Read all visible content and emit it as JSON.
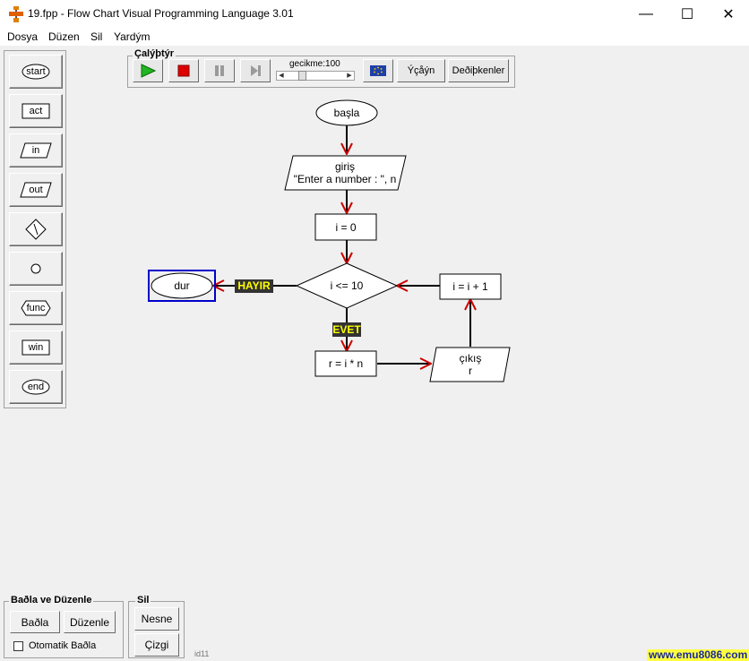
{
  "window": {
    "title": "19.fpp - Flow Chart Visual Programming Language 3.01",
    "minimize": "—",
    "maximize": "☐",
    "close": "✕"
  },
  "menu": [
    "Dosya",
    "Düzen",
    "Sil",
    "Yardým"
  ],
  "palette": [
    "start",
    "act",
    "in",
    "out",
    "",
    "",
    "func",
    "win",
    "end"
  ],
  "run": {
    "group_label": "Çalýþtýr",
    "delay_label": "gecikme:",
    "delay_value": "100",
    "flag_icon": "eu-flag-icon",
    "step_in_label": "Ýçåýn",
    "variables_label": "Deðiþkenler"
  },
  "flowchart": {
    "start": "başla",
    "input_line1": "giriş",
    "input_line2": "\"Enter a number : \", n",
    "init": "i = 0",
    "condition": "i <= 10",
    "no_label": "HAYIR",
    "yes_label": "EVET",
    "stop": "dur",
    "action": "r = i * n",
    "output_line1": "çıkış",
    "output_line2": "r",
    "increment": "i = i + 1"
  },
  "connect_group": {
    "label": "Baðla ve Düzenle",
    "connect_button": "Baðla",
    "edit_button": "Düzenle",
    "auto_connect_label": "Otomatik Baðla",
    "auto_connect_checked": false
  },
  "delete_group": {
    "label": "Sil",
    "object_button": "Nesne",
    "line_button": "Çizgi"
  },
  "status": {
    "id": "id11",
    "watermark": "www.emu8086.com"
  },
  "colors": {
    "arrow_head": "#cc0000",
    "play": "#22b522",
    "stop": "#dd0000",
    "selection": "#0000cc",
    "branch_label_bg": "#333333",
    "branch_label_fg": "#ffff00"
  }
}
